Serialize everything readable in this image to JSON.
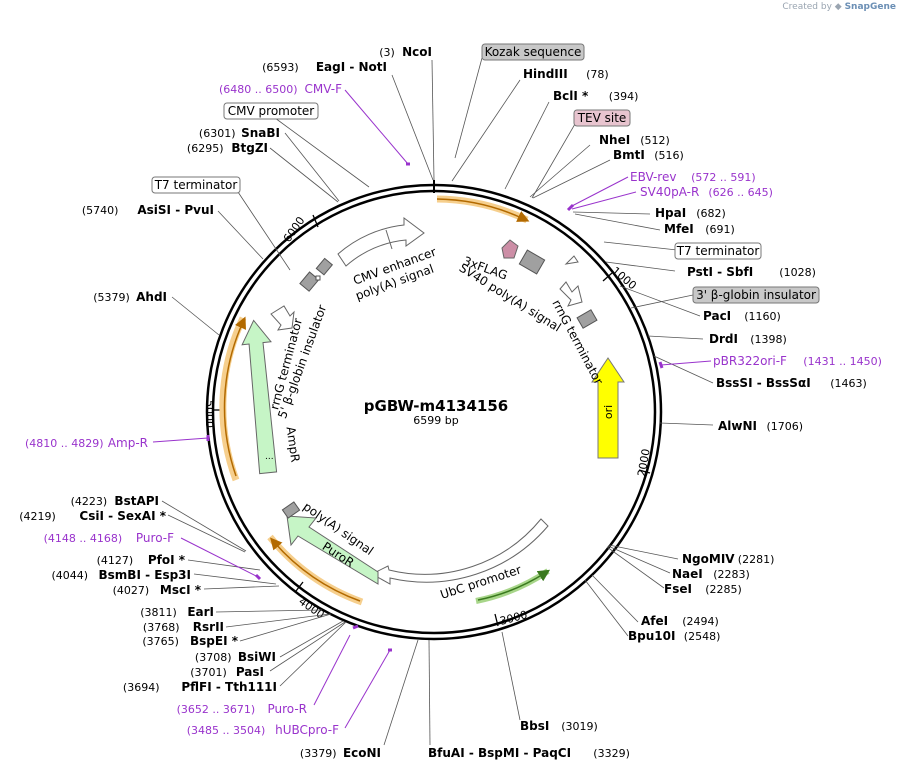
{
  "credit": {
    "prefix": "Created by",
    "brand": "SnapGene"
  },
  "plasmid": {
    "name": "pGBW-m4134156",
    "length_label": "6599 bp",
    "length": 6599
  },
  "colors": {
    "site": "#000000",
    "primer": "#9933cc",
    "leader": "#555555",
    "backbone": "#000000"
  },
  "ticks": [
    "1000",
    "2000",
    "3000",
    "4000",
    "5000",
    "6000"
  ],
  "enzymes": [
    {
      "id": "ncoi",
      "pos": "(3)",
      "name": "NcoI",
      "bp": 3
    },
    {
      "id": "eagi",
      "pos": "(6593)",
      "name": "EagI - NotI",
      "bp": 6593
    },
    {
      "id": "hindiii",
      "pos": "(78)",
      "name": "HindIII",
      "bp": 78
    },
    {
      "id": "bcli",
      "pos": "(394)",
      "name": "BclI *",
      "bp": 394
    },
    {
      "id": "nhei",
      "pos": "(512)",
      "name": "NheI",
      "bp": 512
    },
    {
      "id": "bmti",
      "pos": "(516)",
      "name": "BmtI",
      "bp": 516
    },
    {
      "id": "hpai",
      "pos": "(682)",
      "name": "HpaI",
      "bp": 682
    },
    {
      "id": "mfei",
      "pos": "(691)",
      "name": "MfeI",
      "bp": 691
    },
    {
      "id": "psti",
      "pos": "(1028)",
      "name": "PstI - SbfI",
      "bp": 1028
    },
    {
      "id": "paci",
      "pos": "(1160)",
      "name": "PacI",
      "bp": 1160
    },
    {
      "id": "drdi",
      "pos": "(1398)",
      "name": "DrdI",
      "bp": 1398
    },
    {
      "id": "bsssi",
      "pos": "(1463)",
      "name": "BssSI - BssSαI",
      "bp": 1463
    },
    {
      "id": "alwni",
      "pos": "(1706)",
      "name": "AlwNI",
      "bp": 1706
    },
    {
      "id": "ngomiv",
      "pos": "(2281)",
      "name": "NgoMIV",
      "bp": 2281
    },
    {
      "id": "naei",
      "pos": "(2283)",
      "name": "NaeI",
      "bp": 2283
    },
    {
      "id": "fsei",
      "pos": "(2285)",
      "name": "FseI",
      "bp": 2285
    },
    {
      "id": "afei",
      "pos": "(2494)",
      "name": "AfeI",
      "bp": 2494
    },
    {
      "id": "bpu10i",
      "pos": "(2548)",
      "name": "Bpu10I",
      "bp": 2548
    },
    {
      "id": "bbsi",
      "pos": "(3019)",
      "name": "BbsI",
      "bp": 3019
    },
    {
      "id": "bfuai",
      "pos": "(3329)",
      "name": "BfuAI - BspMI - PaqCI",
      "bp": 3329
    },
    {
      "id": "econi",
      "pos": "(3379)",
      "name": "EcoNI",
      "bp": 3379
    },
    {
      "id": "pflfi",
      "pos": "(3694)",
      "name": "PflFI - Tth111I",
      "bp": 3694
    },
    {
      "id": "pasi",
      "pos": "(3701)",
      "name": "PasI",
      "bp": 3701
    },
    {
      "id": "bsiwi",
      "pos": "(3708)",
      "name": "BsiWI",
      "bp": 3708
    },
    {
      "id": "bspei",
      "pos": "(3765)",
      "name": "BspEI *",
      "bp": 3765
    },
    {
      "id": "rsrii",
      "pos": "(3768)",
      "name": "RsrII",
      "bp": 3768
    },
    {
      "id": "eari",
      "pos": "(3811)",
      "name": "EarI",
      "bp": 3811
    },
    {
      "id": "msci",
      "pos": "(4027)",
      "name": "MscI *",
      "bp": 4027
    },
    {
      "id": "bsmbi",
      "pos": "(4044)",
      "name": "BsmBI - Esp3I",
      "bp": 4044
    },
    {
      "id": "pfoi",
      "pos": "(4127)",
      "name": "PfoI *",
      "bp": 4127
    },
    {
      "id": "csii",
      "pos": "(4219)",
      "name": "CsiI - SexAI *",
      "bp": 4219
    },
    {
      "id": "bstapi",
      "pos": "(4223)",
      "name": "BstAPI",
      "bp": 4223
    },
    {
      "id": "ahdi",
      "pos": "(5379)",
      "name": "AhdI",
      "bp": 5379
    },
    {
      "id": "asisi",
      "pos": "(5740)",
      "name": "AsiSI - PvuI",
      "bp": 5740
    },
    {
      "id": "btgzi",
      "pos": "(6295)",
      "name": "BtgZI",
      "bp": 6295
    },
    {
      "id": "snabi",
      "pos": "(6301)",
      "name": "SnaBI",
      "bp": 6301
    }
  ],
  "primers": [
    {
      "id": "cmvf",
      "range": "(6480 .. 6500)",
      "name": "CMV-F"
    },
    {
      "id": "ebvrev",
      "range": "(572 .. 591)",
      "name": "EBV-rev"
    },
    {
      "id": "sv40pa",
      "range": "(626 .. 645)",
      "name": "SV40pA-R"
    },
    {
      "id": "pbr322",
      "range": "(1431 .. 1450)",
      "name": "pBR322ori-F"
    },
    {
      "id": "ampr",
      "range": "(4810 .. 4829)",
      "name": "Amp-R"
    },
    {
      "id": "purof",
      "range": "(4148 .. 4168)",
      "name": "Puro-F"
    },
    {
      "id": "puror",
      "range": "(3652 .. 3671)",
      "name": "Puro-R"
    },
    {
      "id": "hubcpro",
      "range": "(3485 .. 3504)",
      "name": "hUBCpro-F"
    }
  ],
  "boxed_labels": [
    {
      "id": "kozak",
      "text": "Kozak sequence",
      "fill": "#c8c8c8"
    },
    {
      "id": "tev",
      "text": "TEV site",
      "fill": "#e8c4cf"
    },
    {
      "id": "t7term-right",
      "text": "T7 terminator",
      "fill": "#ffffff"
    },
    {
      "id": "bglobin-right",
      "text": "3' β-globin insulator",
      "fill": "#c8c8c8"
    },
    {
      "id": "cmvprom",
      "text": "CMV promoter",
      "fill": "#ffffff"
    },
    {
      "id": "t7term-left",
      "text": "T7 terminator",
      "fill": "#ffffff"
    }
  ],
  "features": {
    "cmv_enhancer": "CMV enhancer",
    "polya_top": "poly(A) signal",
    "flag": "3xFLAG",
    "sv40": "SV40 poly(A) signal",
    "rrng_right": "rrnG terminator",
    "ori": "ori",
    "ubc": "UbC promoter",
    "puro": "PuroR",
    "polya_bottom": "poly(A) signal",
    "ampr": "AmpR",
    "rrng_left": "rrnG terminator",
    "bglobin5": "5' β-globin insulator",
    "dots": "..."
  }
}
